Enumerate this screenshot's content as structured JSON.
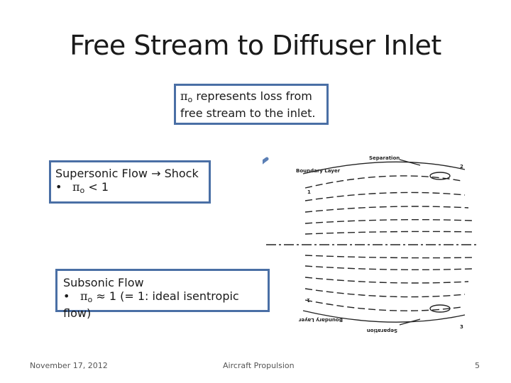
{
  "slide": {
    "title": "Free Stream to Diffuser Inlet"
  },
  "box_loss": {
    "symbol": "π",
    "subscript": "o",
    "line1_rest": " represents loss from",
    "line2": "free stream to the inlet."
  },
  "box_supersonic": {
    "heading": "Supersonic Flow → Shock",
    "bullet": "•",
    "symbol": "π",
    "subscript": "o",
    "relation": " < 1"
  },
  "box_subsonic": {
    "heading": "Subsonic Flow",
    "bullet": "•",
    "symbol": "π",
    "subscript": "o",
    "relation": " ≈ 1 (= 1: ideal isentropic flow)"
  },
  "diagram": {
    "label_separation_top": "Separation",
    "label_boundary_top": "Boundary Layer",
    "label_station_1_top": "1",
    "label_station_2_top": "2",
    "label_separation_bottom": "Separation",
    "label_boundary_bottom": "Boundary Layer",
    "label_station_1_bottom": "1",
    "label_station_3_bottom": "3",
    "colors": {
      "shock_line": "#5b7fb5",
      "streamlines": "#222222"
    }
  },
  "footer": {
    "date": "November 17, 2012",
    "center": "Aircraft Propulsion",
    "page_number": "5"
  }
}
